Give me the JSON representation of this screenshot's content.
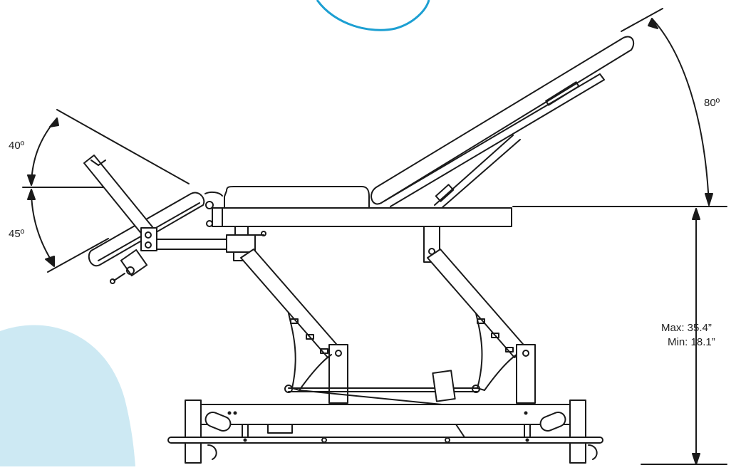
{
  "annotations": {
    "angle_head": "80º",
    "angle_leg_up": "40º",
    "angle_leg_down": "45º",
    "height_max": "Max: 35.4”",
    "height_min": "Min: 18.1”"
  },
  "colors": {
    "circle_stroke": "#1c9fd2",
    "blob_fill": "#cde9f3",
    "line": "#1a1a1a"
  }
}
